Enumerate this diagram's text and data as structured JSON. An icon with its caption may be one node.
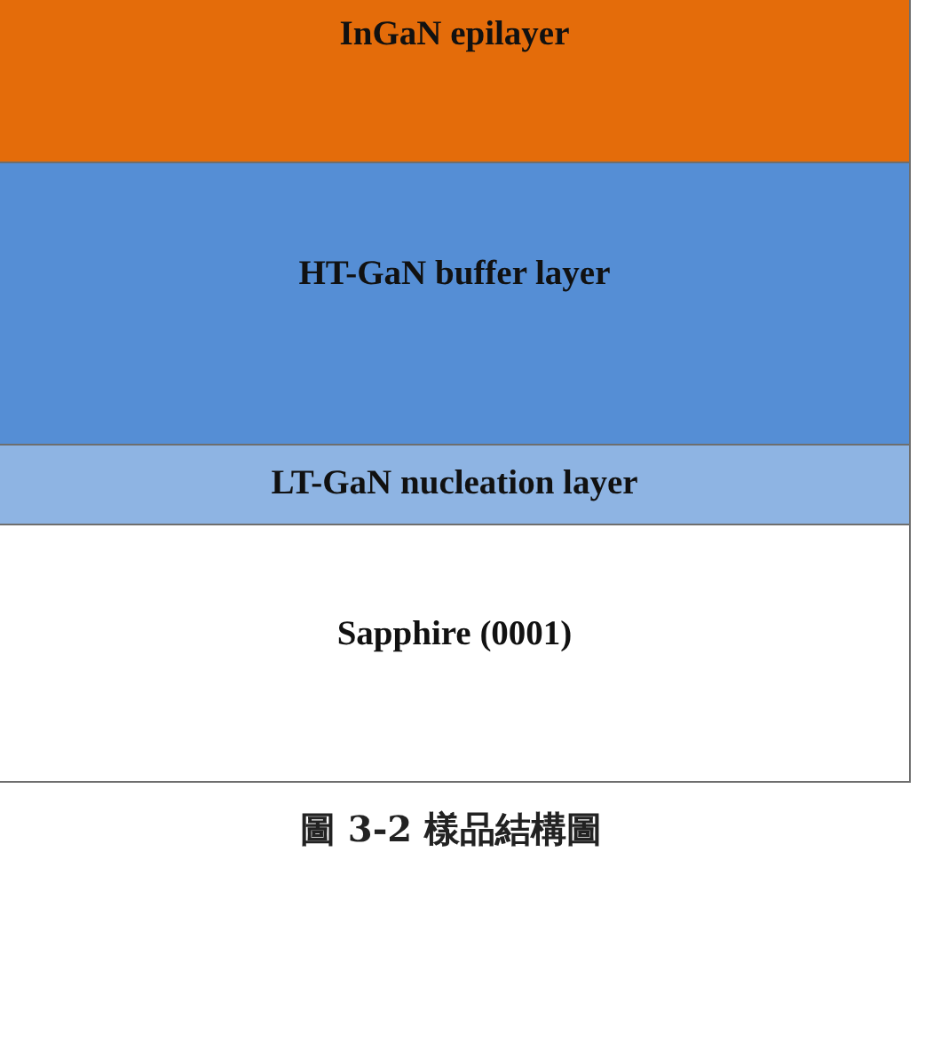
{
  "diagram": {
    "caption": "圖 3-2 樣品結構圖",
    "nodes": [
      {
        "text": [
          "InGaN epilayer"
        ]
      },
      {
        "text": [
          "HT-GaN buffer layer"
        ]
      },
      {
        "text": [
          "LT-GaN nucleation layer"
        ]
      },
      {
        "text": [
          "Sapphire (0001)"
        ]
      }
    ]
  }
}
